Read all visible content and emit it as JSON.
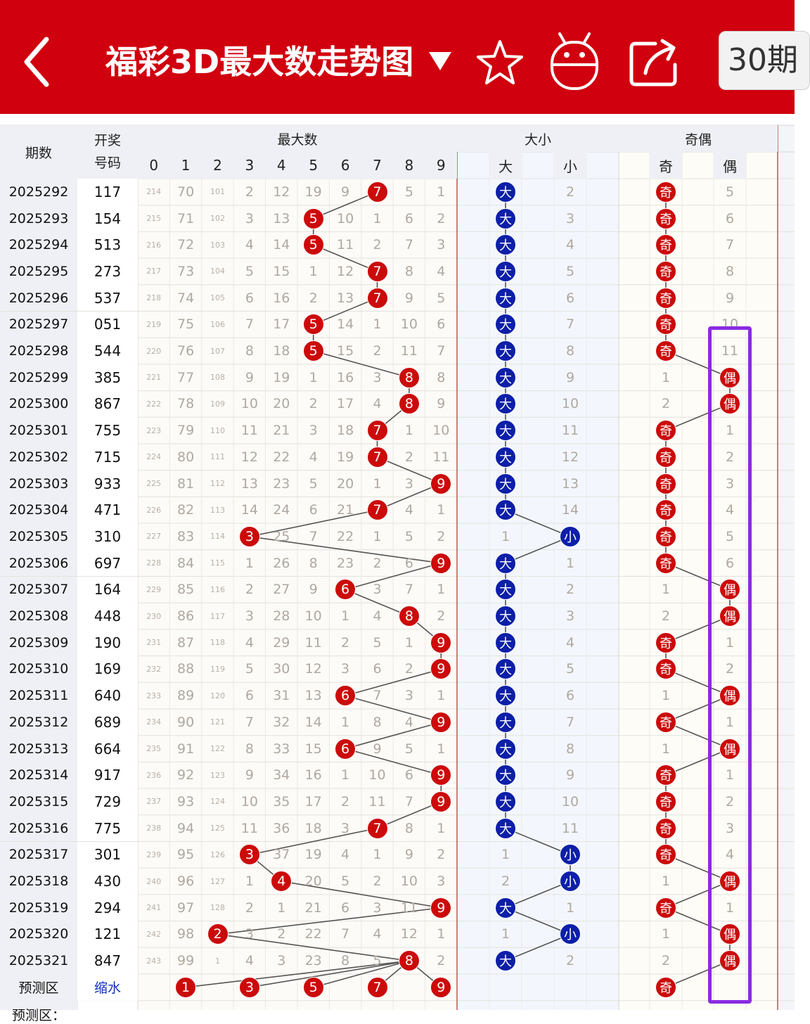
{
  "header": {
    "title": "福彩3D最大数走势图",
    "period_button": "30期",
    "colors": {
      "bar": "#d0000f",
      "red_ball": "#cc0a0a",
      "blue_ball": "#0d1fa8",
      "highlight": "#8a2be2"
    }
  },
  "columns": {
    "issue": "期数",
    "draw_line1": "开奖",
    "draw_line2": "号码",
    "group_max": "最大数",
    "group_size": "大小",
    "group_parity": "奇偶",
    "digits": [
      "0",
      "1",
      "2",
      "3",
      "4",
      "5",
      "6",
      "7",
      "8",
      "9"
    ],
    "big": "大",
    "small": "小",
    "odd": "奇",
    "even": "偶"
  },
  "rows": [
    {
      "issue": "2025292",
      "draw": "117",
      "miss": [
        "214",
        "70",
        "101",
        "2",
        "12",
        "19",
        "9",
        "",
        "5",
        "1"
      ],
      "max": 7,
      "bs": "big",
      "bsmiss": "2",
      "oe": "odd",
      "oemiss": "5"
    },
    {
      "issue": "2025293",
      "draw": "154",
      "miss": [
        "215",
        "71",
        "102",
        "3",
        "13",
        "",
        "10",
        "1",
        "6",
        "2"
      ],
      "max": 5,
      "bs": "big",
      "bsmiss": "3",
      "oe": "odd",
      "oemiss": "6"
    },
    {
      "issue": "2025294",
      "draw": "513",
      "miss": [
        "216",
        "72",
        "103",
        "4",
        "14",
        "",
        "11",
        "2",
        "7",
        "3"
      ],
      "max": 5,
      "bs": "big",
      "bsmiss": "4",
      "oe": "odd",
      "oemiss": "7"
    },
    {
      "issue": "2025295",
      "draw": "273",
      "miss": [
        "217",
        "73",
        "104",
        "5",
        "15",
        "1",
        "12",
        "",
        "8",
        "4"
      ],
      "max": 7,
      "bs": "big",
      "bsmiss": "5",
      "oe": "odd",
      "oemiss": "8"
    },
    {
      "issue": "2025296",
      "draw": "537",
      "miss": [
        "218",
        "74",
        "105",
        "6",
        "16",
        "2",
        "13",
        "",
        "9",
        "5"
      ],
      "max": 7,
      "bs": "big",
      "bsmiss": "6",
      "oe": "odd",
      "oemiss": "9"
    },
    {
      "issue": "2025297",
      "draw": "051",
      "miss": [
        "219",
        "75",
        "106",
        "7",
        "17",
        "",
        "14",
        "1",
        "10",
        "6"
      ],
      "max": 5,
      "bs": "big",
      "bsmiss": "7",
      "oe": "odd",
      "oemiss": "10"
    },
    {
      "issue": "2025298",
      "draw": "544",
      "miss": [
        "220",
        "76",
        "107",
        "8",
        "18",
        "",
        "15",
        "2",
        "11",
        "7"
      ],
      "max": 5,
      "bs": "big",
      "bsmiss": "8",
      "oe": "odd",
      "oemiss": "11"
    },
    {
      "issue": "2025299",
      "draw": "385",
      "miss": [
        "221",
        "77",
        "108",
        "9",
        "19",
        "1",
        "16",
        "3",
        "",
        "8"
      ],
      "max": 8,
      "bs": "big",
      "bsmiss": "9",
      "oe": "even",
      "oemiss": "1"
    },
    {
      "issue": "2025300",
      "draw": "867",
      "miss": [
        "222",
        "78",
        "109",
        "10",
        "20",
        "2",
        "17",
        "4",
        "",
        "9"
      ],
      "max": 8,
      "bs": "big",
      "bsmiss": "10",
      "oe": "even",
      "oemiss": "2"
    },
    {
      "issue": "2025301",
      "draw": "755",
      "miss": [
        "223",
        "79",
        "110",
        "11",
        "21",
        "3",
        "18",
        "",
        "1",
        "10"
      ],
      "max": 7,
      "bs": "big",
      "bsmiss": "11",
      "oe": "odd",
      "oemiss": "1"
    },
    {
      "issue": "2025302",
      "draw": "715",
      "miss": [
        "224",
        "80",
        "111",
        "12",
        "22",
        "4",
        "19",
        "",
        "2",
        "11"
      ],
      "max": 7,
      "bs": "big",
      "bsmiss": "12",
      "oe": "odd",
      "oemiss": "2"
    },
    {
      "issue": "2025303",
      "draw": "933",
      "miss": [
        "225",
        "81",
        "112",
        "13",
        "23",
        "5",
        "20",
        "1",
        "3",
        ""
      ],
      "max": 9,
      "bs": "big",
      "bsmiss": "13",
      "oe": "odd",
      "oemiss": "3"
    },
    {
      "issue": "2025304",
      "draw": "471",
      "miss": [
        "226",
        "82",
        "113",
        "14",
        "24",
        "6",
        "21",
        "",
        "4",
        "1"
      ],
      "max": 7,
      "bs": "big",
      "bsmiss": "14",
      "oe": "odd",
      "oemiss": "4"
    },
    {
      "issue": "2025305",
      "draw": "310",
      "miss": [
        "227",
        "83",
        "114",
        "",
        "25",
        "7",
        "22",
        "1",
        "5",
        "2"
      ],
      "max": 3,
      "bs": "small",
      "bsmiss": "1",
      "oe": "odd",
      "oemiss": "5"
    },
    {
      "issue": "2025306",
      "draw": "697",
      "miss": [
        "228",
        "84",
        "115",
        "1",
        "26",
        "8",
        "23",
        "2",
        "6",
        ""
      ],
      "max": 9,
      "bs": "big",
      "bsmiss": "1",
      "oe": "odd",
      "oemiss": "6"
    },
    {
      "issue": "2025307",
      "draw": "164",
      "miss": [
        "229",
        "85",
        "116",
        "2",
        "27",
        "9",
        "",
        "3",
        "7",
        "1"
      ],
      "max": 6,
      "bs": "big",
      "bsmiss": "2",
      "oe": "even",
      "oemiss": "1"
    },
    {
      "issue": "2025308",
      "draw": "448",
      "miss": [
        "230",
        "86",
        "117",
        "3",
        "28",
        "10",
        "1",
        "4",
        "",
        "2"
      ],
      "max": 8,
      "bs": "big",
      "bsmiss": "3",
      "oe": "even",
      "oemiss": "2"
    },
    {
      "issue": "2025309",
      "draw": "190",
      "miss": [
        "231",
        "87",
        "118",
        "4",
        "29",
        "11",
        "2",
        "5",
        "1",
        ""
      ],
      "max": 9,
      "bs": "big",
      "bsmiss": "4",
      "oe": "odd",
      "oemiss": "1"
    },
    {
      "issue": "2025310",
      "draw": "169",
      "miss": [
        "232",
        "88",
        "119",
        "5",
        "30",
        "12",
        "3",
        "6",
        "2",
        ""
      ],
      "max": 9,
      "bs": "big",
      "bsmiss": "5",
      "oe": "odd",
      "oemiss": "2"
    },
    {
      "issue": "2025311",
      "draw": "640",
      "miss": [
        "233",
        "89",
        "120",
        "6",
        "31",
        "13",
        "",
        "7",
        "3",
        "1"
      ],
      "max": 6,
      "bs": "big",
      "bsmiss": "6",
      "oe": "even",
      "oemiss": "1"
    },
    {
      "issue": "2025312",
      "draw": "689",
      "miss": [
        "234",
        "90",
        "121",
        "7",
        "32",
        "14",
        "1",
        "8",
        "4",
        ""
      ],
      "max": 9,
      "bs": "big",
      "bsmiss": "7",
      "oe": "odd",
      "oemiss": "1"
    },
    {
      "issue": "2025313",
      "draw": "664",
      "miss": [
        "235",
        "91",
        "122",
        "8",
        "33",
        "15",
        "",
        "9",
        "5",
        "1"
      ],
      "max": 6,
      "bs": "big",
      "bsmiss": "8",
      "oe": "even",
      "oemiss": "1"
    },
    {
      "issue": "2025314",
      "draw": "917",
      "miss": [
        "236",
        "92",
        "123",
        "9",
        "34",
        "16",
        "1",
        "10",
        "6",
        ""
      ],
      "max": 9,
      "bs": "big",
      "bsmiss": "9",
      "oe": "odd",
      "oemiss": "1"
    },
    {
      "issue": "2025315",
      "draw": "729",
      "miss": [
        "237",
        "93",
        "124",
        "10",
        "35",
        "17",
        "2",
        "11",
        "7",
        ""
      ],
      "max": 9,
      "bs": "big",
      "bsmiss": "10",
      "oe": "odd",
      "oemiss": "2"
    },
    {
      "issue": "2025316",
      "draw": "775",
      "miss": [
        "238",
        "94",
        "125",
        "11",
        "36",
        "18",
        "3",
        "",
        "8",
        "1"
      ],
      "max": 7,
      "bs": "big",
      "bsmiss": "11",
      "oe": "odd",
      "oemiss": "3"
    },
    {
      "issue": "2025317",
      "draw": "301",
      "miss": [
        "239",
        "95",
        "126",
        "",
        "37",
        "19",
        "4",
        "1",
        "9",
        "2"
      ],
      "max": 3,
      "bs": "small",
      "bsmiss": "1",
      "oe": "odd",
      "oemiss": "4"
    },
    {
      "issue": "2025318",
      "draw": "430",
      "miss": [
        "240",
        "96",
        "127",
        "1",
        "",
        "20",
        "5",
        "2",
        "10",
        "3"
      ],
      "max": 4,
      "bs": "small",
      "bsmiss": "2",
      "oe": "even",
      "oemiss": "1"
    },
    {
      "issue": "2025319",
      "draw": "294",
      "miss": [
        "241",
        "97",
        "128",
        "2",
        "1",
        "21",
        "6",
        "3",
        "11",
        ""
      ],
      "max": 9,
      "bs": "big",
      "bsmiss": "1",
      "oe": "odd",
      "oemiss": "1"
    },
    {
      "issue": "2025320",
      "draw": "121",
      "miss": [
        "242",
        "98",
        "",
        "3",
        "2",
        "22",
        "7",
        "4",
        "12",
        "1"
      ],
      "max": 2,
      "bs": "small",
      "bsmiss": "1",
      "oe": "even",
      "oemiss": "1"
    },
    {
      "issue": "2025321",
      "draw": "847",
      "miss": [
        "243",
        "99",
        "1",
        "4",
        "3",
        "23",
        "8",
        "5",
        "",
        "2"
      ],
      "max": 8,
      "bs": "big",
      "bsmiss": "2",
      "oe": "even",
      "oemiss": "2"
    }
  ],
  "prediction": {
    "label": "预测区",
    "draw_label": "缩水",
    "digits": [
      1,
      3,
      5,
      7,
      9
    ],
    "oe": "奇"
  },
  "next_row_label": "预测区："
}
